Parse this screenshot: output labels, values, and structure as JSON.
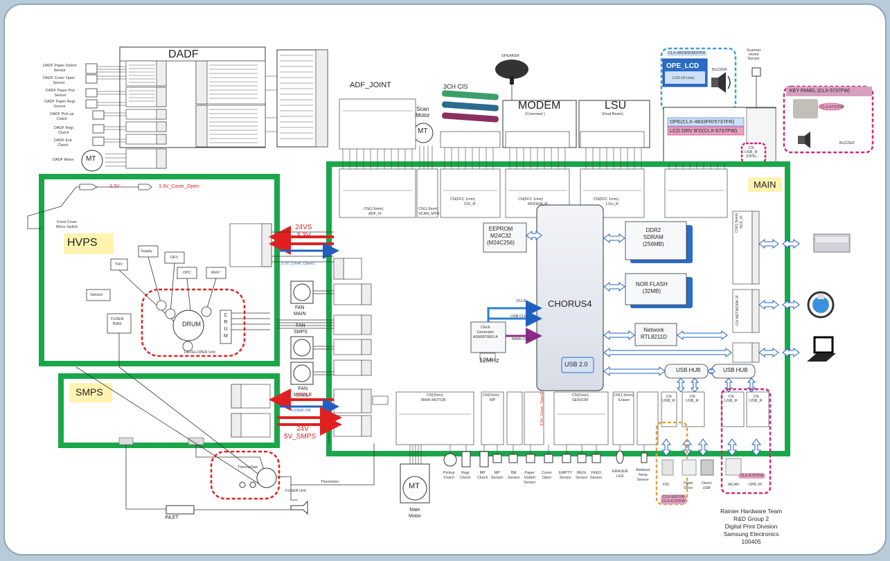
{
  "blocks": {
    "dadf": "DADF",
    "adf_joint": "ADF_JOINT",
    "modem": "MODEM",
    "modem_sub": "(Conexant )",
    "lsu": "LSU",
    "lsu_sub": "(Dual Beam)",
    "main": "MAIN",
    "hvps": "HVPS",
    "smps": "SMPS",
    "chorus": "CHORUS4",
    "usb20": "USB 2.0",
    "eeprom": "EEPROM\nM24C32\n(M24C256)",
    "ddr2": "DDR2\nSDRAM\n(256MB)",
    "nor": "NOR FLASH\n(32MB)",
    "network": "Network\nRTL8211D",
    "usb_hub": "USB HUB",
    "clock": "Clock\nGenerator\nASM3P2863 A",
    "clock_freq": "12MHz",
    "ope_lcd": "OPE_LCD",
    "ope_lcd_sub": "LCD (4-Line)",
    "ope_model": "OPE(CLX-4833FR/5737FR)",
    "lcd_drv": "LCD DRV B'D(CLX-5737FW)",
    "key_panel": "KEY PANEL (CLX-5737FW)",
    "drum": "DRUM",
    "developer_unit": "DEVELOPER Unit",
    "fuser_unit": "FUSER Unit",
    "speaker": "SPEAKER",
    "scan_motor": "Scan\nMotor",
    "three_ch_cis": "3CH CIS",
    "scanner_home": "Scanner\nHome\nSensor",
    "buzzer": "BUZZER",
    "main_motor": "Main\nMotor",
    "inlet": "INLET",
    "fan_main": "FAN\nMAIN",
    "fan_smps": "FAN\nSMPS",
    "fan_middle": "FAN\nMIDDLE",
    "crum": "C\nR\nU\nM",
    "thv": "THV",
    "supply": "Supply",
    "dev": "DEV",
    "opc": "OPC",
    "mhv": "MHV",
    "varistor": "Varistor",
    "fuser_bias": "FUSER\nBIAS",
    "front_cover": "Front Cover\nMicro Switch",
    "thermistor": "Thermistor",
    "thermostat": "ThermoStat",
    "ope_if": "OPE I/F",
    "wlan": "WLAN",
    "fdi": "FDI",
    "flash_drive": "Flash\nDrive",
    "direct_usb": "Direct\nUSB",
    "eraser_led": "ERASER\nLED",
    "ambient": "Ambient\nTemp\nSensor"
  },
  "signals": {
    "v33": "3.3V",
    "v33_cover_open": "3.3V_Cover_Open",
    "v24vs": "24VS",
    "v33b": "3.3V",
    "cover_open1": "3.3V_Cover_Open1",
    "v24vs2": "24VS",
    "fuser_on": "FUSER ON",
    "v24v": "24V",
    "v5v_smps": "5V_SMPS",
    "vclk": "VCLK",
    "usb_clk": "USB CLK",
    "main_clk": "MAIN CLK",
    "cover_open2": "3.3V_Cover_Open2"
  },
  "dadf_sensors": [
    "DADF Paper Detect\nSensor",
    "DADF Cover Open\nSensor",
    "DADF Paper Pos\nSensor",
    "DADF Paper Regi\nSensor",
    "DADF Pick up\nClutch",
    "DADF Regi\nClutch",
    "DADF Exit\nClutch",
    "DADF Motor"
  ],
  "bottom_parts": [
    {
      "label": "Pickup\nClutch"
    },
    {
      "label": "Regi\nClutch"
    },
    {
      "label": "MP\nClutch"
    },
    {
      "label": "MP\nSensor"
    },
    {
      "label": "Bill\nSensor"
    },
    {
      "label": "Paper\nOutfull\nSensor"
    },
    {
      "label": "Cover\nOpen"
    },
    {
      "label": "EMPTY\nSensor"
    },
    {
      "label": "REGI\nSensor"
    },
    {
      "label": "FEED\nSensor"
    }
  ],
  "connectors_top": [
    {
      "label": "CN(1.5mm)",
      "sub": "ADF_IF"
    },
    {
      "label": "CN(1.5mm)",
      "sub": "SCAN_MTR"
    },
    {
      "label": "CN(FFC 1mm)",
      "sub": "CIS_IF"
    },
    {
      "label": "CN(FFC 1mm)",
      "sub": "MODEM_IF"
    },
    {
      "label": "CN(FFC 1mm)",
      "sub": "LSU_IF"
    }
  ],
  "connectors_bottom": [
    {
      "label": "CN(2mm)",
      "sub": "MAIN MOTOR"
    },
    {
      "label": "CN(2mm)",
      "sub": "MP"
    },
    {
      "label": "CN(2mm)",
      "sub": "SENSOR"
    },
    {
      "label": "CN(1.5mm)",
      "sub": "Eraser"
    }
  ],
  "cn_right": [
    {
      "label": "CN(1.5mm)",
      "sub": "SCF_IF"
    },
    {
      "label": "CN NETWORK IF"
    }
  ],
  "usb_if": [
    "CN\nUSB_IF",
    "CN\nUSB_IF",
    "CN\nUSB_IF",
    "CN\nUSB_IF"
  ],
  "cn_usb_ope": "CN\nUSB_IF\n(OPE)",
  "credits": [
    "Rainier Hardware Team",
    "R&D Group 2",
    "Digital Print Division",
    "Samsung Electronics",
    "100405"
  ],
  "model_tags": {
    "top": "CLX-4833FR/5637FR",
    "key": "CLX-5737FW",
    "fdi": "CLX-5637FR\nCLX-5737FW",
    "wlan": "CLX-5737FW"
  },
  "colors": {
    "main_border": "#1aa64a",
    "red_arrow": "#e02020",
    "blue_arrow": "#1f5fc0",
    "magenta": "#d0267a",
    "dashed_red": "#e02020",
    "dashed_blue": "#3aa0e0",
    "dashed_orange": "#e0a040",
    "ope_blue": "#2a6cc8",
    "lcd_pink": "#e6a0c0"
  }
}
